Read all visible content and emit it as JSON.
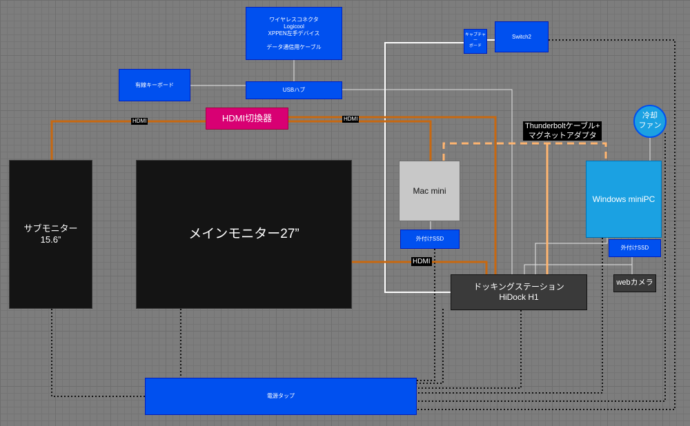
{
  "nodes": {
    "wireless": "ワイヤレスコネクタ\nLogicool\nXPPEN左手デバイス\n\nデータ通信用ケーブル",
    "wired_keyboard": "有線キーボード",
    "usb_hub": "USBハブ",
    "hdmi_switch": "HDMI切換器",
    "capture_board": "キャプチャー\nボード",
    "switch2": "Switch2",
    "sub_monitor": "サブモニター\n15.6”",
    "main_monitor": "メインモニター27”",
    "mac_mini": "Mac mini",
    "mac_ssd": "外付けSSD",
    "windows_pc": "Windows miniPC",
    "win_ssd": "外付けSSD",
    "cooling_fan": "冷却\nファン",
    "docking_station": "ドッキングステーション\nHiDock H1",
    "webcam": "webカメラ",
    "power_strip": "電源タップ"
  },
  "labels": {
    "hdmi_left": "HDMI",
    "hdmi_mid": "HDMI",
    "hdmi_main": "HDMI",
    "thunderbolt": "Thunderboltケーブル+\nマグネットアダプタ"
  },
  "colors": {
    "hdmi_cable": "#c8680f",
    "thunderbolt_cable": "#ffb570",
    "usb_cable": "#e6e6e6",
    "power_cable": "#111111",
    "node_blue": "#0050ef",
    "node_magenta": "#d80073",
    "fan_blue": "#1ba1e2",
    "windows_blue": "#1ba1e2",
    "mac_gray": "#c8c8c8",
    "dock_gray": "#3a3a3a"
  }
}
